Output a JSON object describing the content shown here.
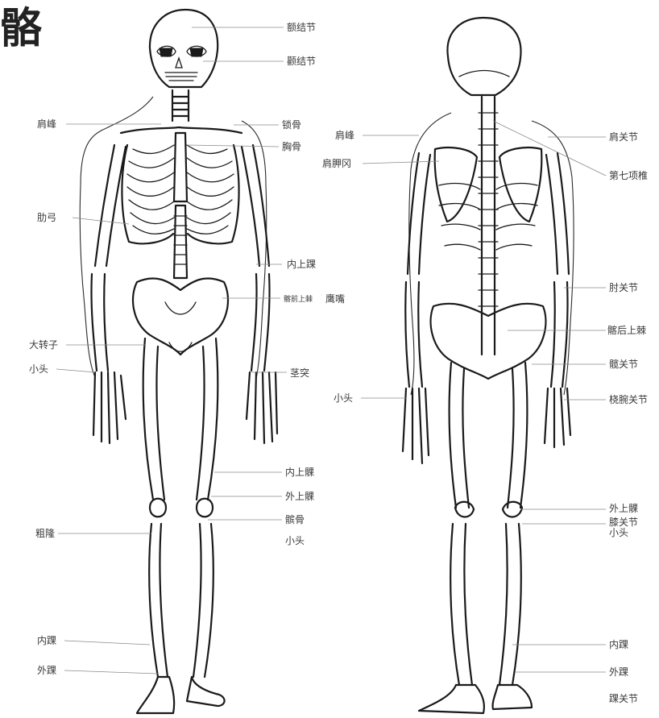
{
  "title": "骼",
  "front_labels": {
    "left": [
      {
        "id": "shoulder_peak",
        "text": "肩峰"
      },
      {
        "id": "costal_arch",
        "text": "肋弓"
      },
      {
        "id": "greater_trochanter",
        "text": "大转子"
      },
      {
        "id": "small_head",
        "text": "小头"
      },
      {
        "id": "tuberosity",
        "text": "粗隆"
      },
      {
        "id": "medial_malleolus",
        "text": "内踝"
      },
      {
        "id": "lateral_malleolus",
        "text": "外踝"
      }
    ],
    "right": [
      {
        "id": "frontal_eminence",
        "text": "额结节"
      },
      {
        "id": "parietal_eminence",
        "text": "颧结节"
      },
      {
        "id": "clavicle",
        "text": "锁骨"
      },
      {
        "id": "sternum",
        "text": "胸骨"
      },
      {
        "id": "medial_epicondyle",
        "text": "内上踝"
      },
      {
        "id": "asis",
        "text": "髂前上棘"
      },
      {
        "id": "olecranon",
        "text": "鹰嘴"
      },
      {
        "id": "styloid",
        "text": "茎突"
      },
      {
        "id": "medial_femoral_epicondyle",
        "text": "内上髁"
      },
      {
        "id": "lateral_femoral_epicondyle",
        "text": "外上髁"
      },
      {
        "id": "patella",
        "text": "髌骨"
      },
      {
        "id": "fibula_head",
        "text": "小头"
      }
    ]
  },
  "back_labels": {
    "left": [
      {
        "id": "acromion",
        "text": "肩峰"
      },
      {
        "id": "scapular_spine",
        "text": "肩胛冈"
      },
      {
        "id": "small_head",
        "text": "小头"
      }
    ],
    "right": [
      {
        "id": "shoulder_joint",
        "text": "肩关节"
      },
      {
        "id": "c7",
        "text": "第七项椎"
      },
      {
        "id": "elbow_joint",
        "text": "肘关节"
      },
      {
        "id": "psis",
        "text": "髂后上棘"
      },
      {
        "id": "hip_joint",
        "text": "髋关节"
      },
      {
        "id": "radiocarpal_joint",
        "text": "桡腕关节"
      },
      {
        "id": "lateral_epicondyle",
        "text": "外上髁"
      },
      {
        "id": "knee_joint",
        "text": "膝关节"
      },
      {
        "id": "fibula_head",
        "text": "小头"
      },
      {
        "id": "medial_malleolus",
        "text": "内踝"
      },
      {
        "id": "lateral_malleolus",
        "text": "外踝"
      },
      {
        "id": "ankle_joint",
        "text": "踝关节"
      }
    ]
  }
}
